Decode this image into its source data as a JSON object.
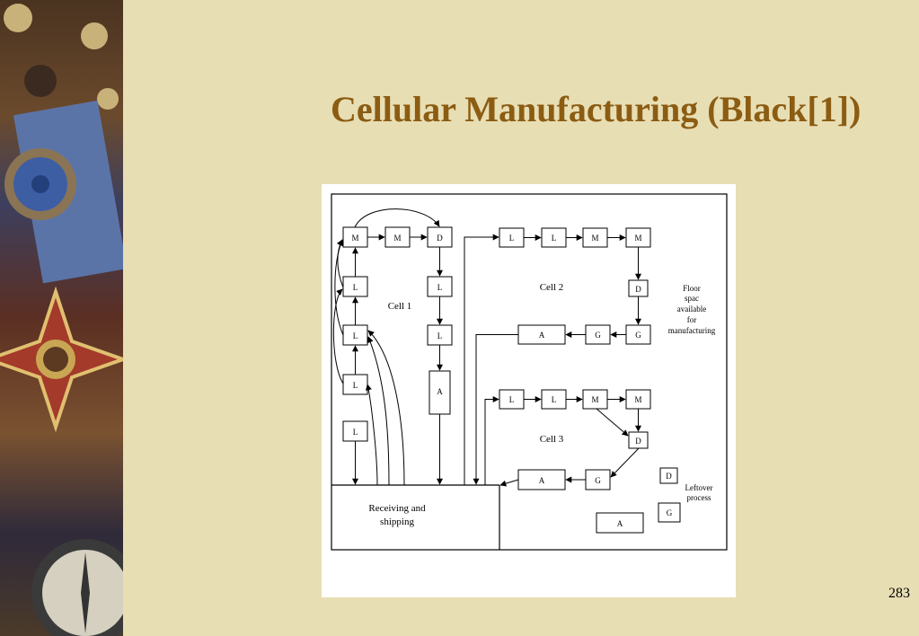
{
  "slide": {
    "title": "Cellular Manufacturing (Black[1])",
    "page_number": "283"
  },
  "diagram": {
    "cells": {
      "cell1": "Cell 1",
      "cell2": "Cell 2",
      "cell3": "Cell 3"
    },
    "cell1_machines": [
      "M",
      "M",
      "D",
      "L",
      "L",
      "L",
      "L",
      "L",
      "L",
      "A"
    ],
    "cell2_machines": [
      "L",
      "L",
      "M",
      "M",
      "D",
      "G",
      "G",
      "A"
    ],
    "cell3_machines": [
      "L",
      "L",
      "M",
      "M",
      "D",
      "G",
      "A"
    ],
    "leftover_machines": [
      "D",
      "G",
      "A"
    ],
    "receiving_label_line1": "Receiving and",
    "receiving_label_line2": "shipping",
    "floor_note": [
      "Floor",
      "spac",
      "available",
      "for",
      "manufacturing"
    ],
    "leftover_note": [
      "Leftover",
      "process"
    ]
  }
}
